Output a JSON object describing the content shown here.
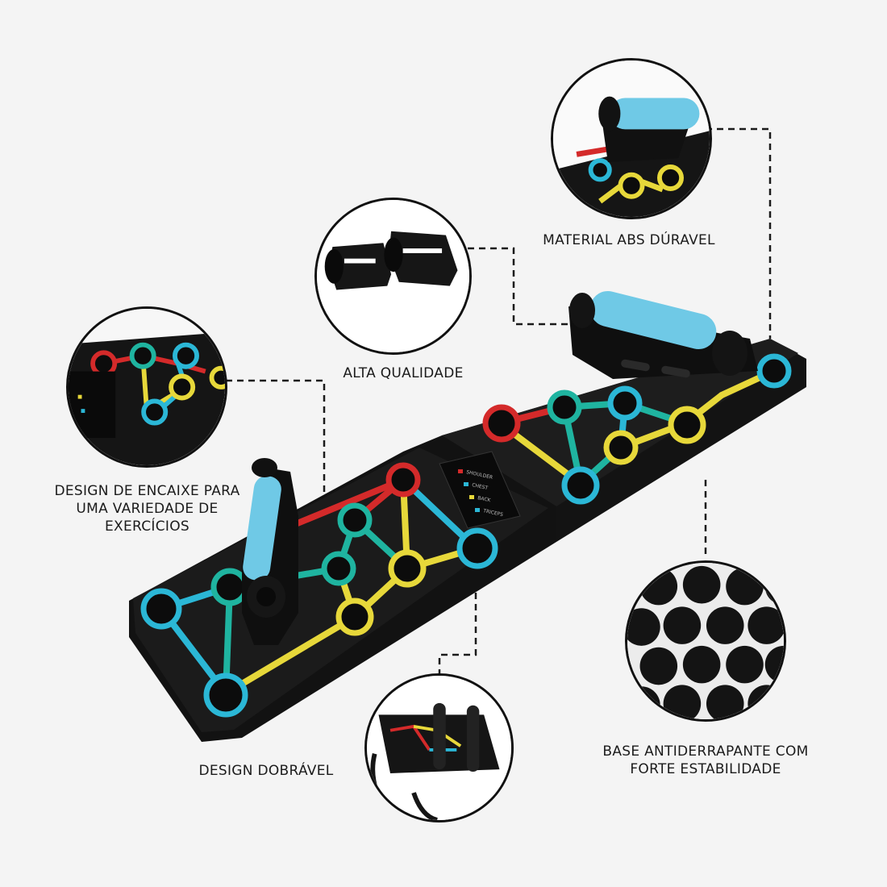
{
  "labels": {
    "material": "MATERIAL ABS DÚRAVEL",
    "quality": "ALTA QUALIDADE",
    "design_fit": [
      "DESIGN DE ENCAIXE PARA",
      "UMA VARIEDADE DE",
      "EXERCÍCIOS"
    ],
    "foldable": "DESIGN DOBRÁVEL",
    "base": [
      "BASE ANTIDERRAPANTE COM",
      "FORTE ESTABILIDADE"
    ]
  },
  "board_legend": [
    "SHOULDER",
    "CHEST",
    "BACK",
    "TRICEPS"
  ],
  "colors": {
    "background": "#f4f4f4",
    "board": "#151515",
    "red": "#d42a2a",
    "yellow": "#e7d83a",
    "cyan": "#2bb7d6",
    "teal": "#1fb4a0",
    "grip": "#6fc9e6",
    "dash": "#1a1a1a"
  }
}
